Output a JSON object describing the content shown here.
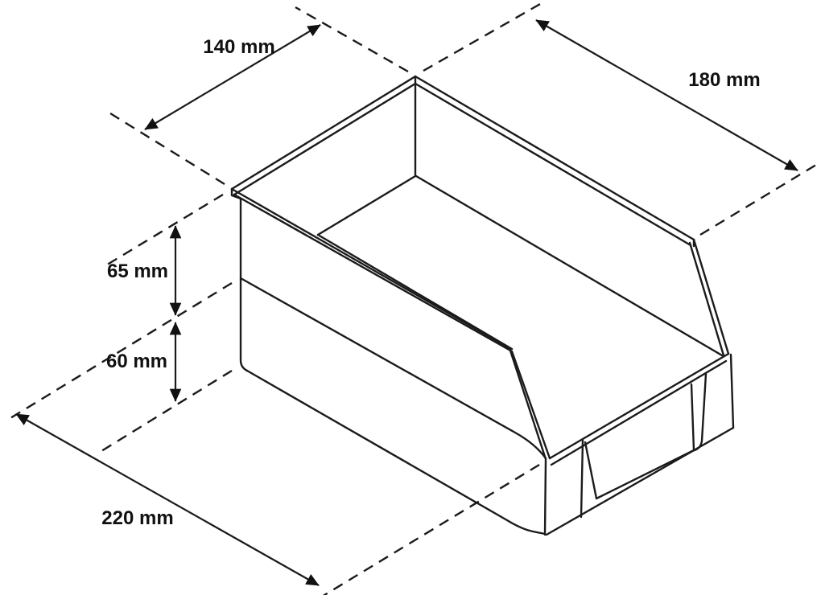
{
  "drawing": {
    "type": "isometric-technical-line-drawing",
    "subject": "open-front stacking storage bin (stack-and-hang parts bin) with hanging front lip and label cutouts",
    "units": "mm",
    "background_color": "#ffffff",
    "line_color": "#1b1b1b",
    "dimensions": {
      "top_width": {
        "label": "140 mm",
        "value": 140,
        "measures": "top rim width (back-left edge)"
      },
      "top_length": {
        "label": "180 mm",
        "value": 180,
        "measures": "top rim length (back-right edge)"
      },
      "upper_height": {
        "label": "65 mm",
        "value": 65,
        "measures": "height from rim down to side rib line"
      },
      "lower_height": {
        "label": "60 mm",
        "value": 60,
        "measures": "height from rib line down to base"
      },
      "total_depth": {
        "label": "220 mm",
        "value": 220,
        "measures": "overall depth front lip to back"
      }
    }
  }
}
